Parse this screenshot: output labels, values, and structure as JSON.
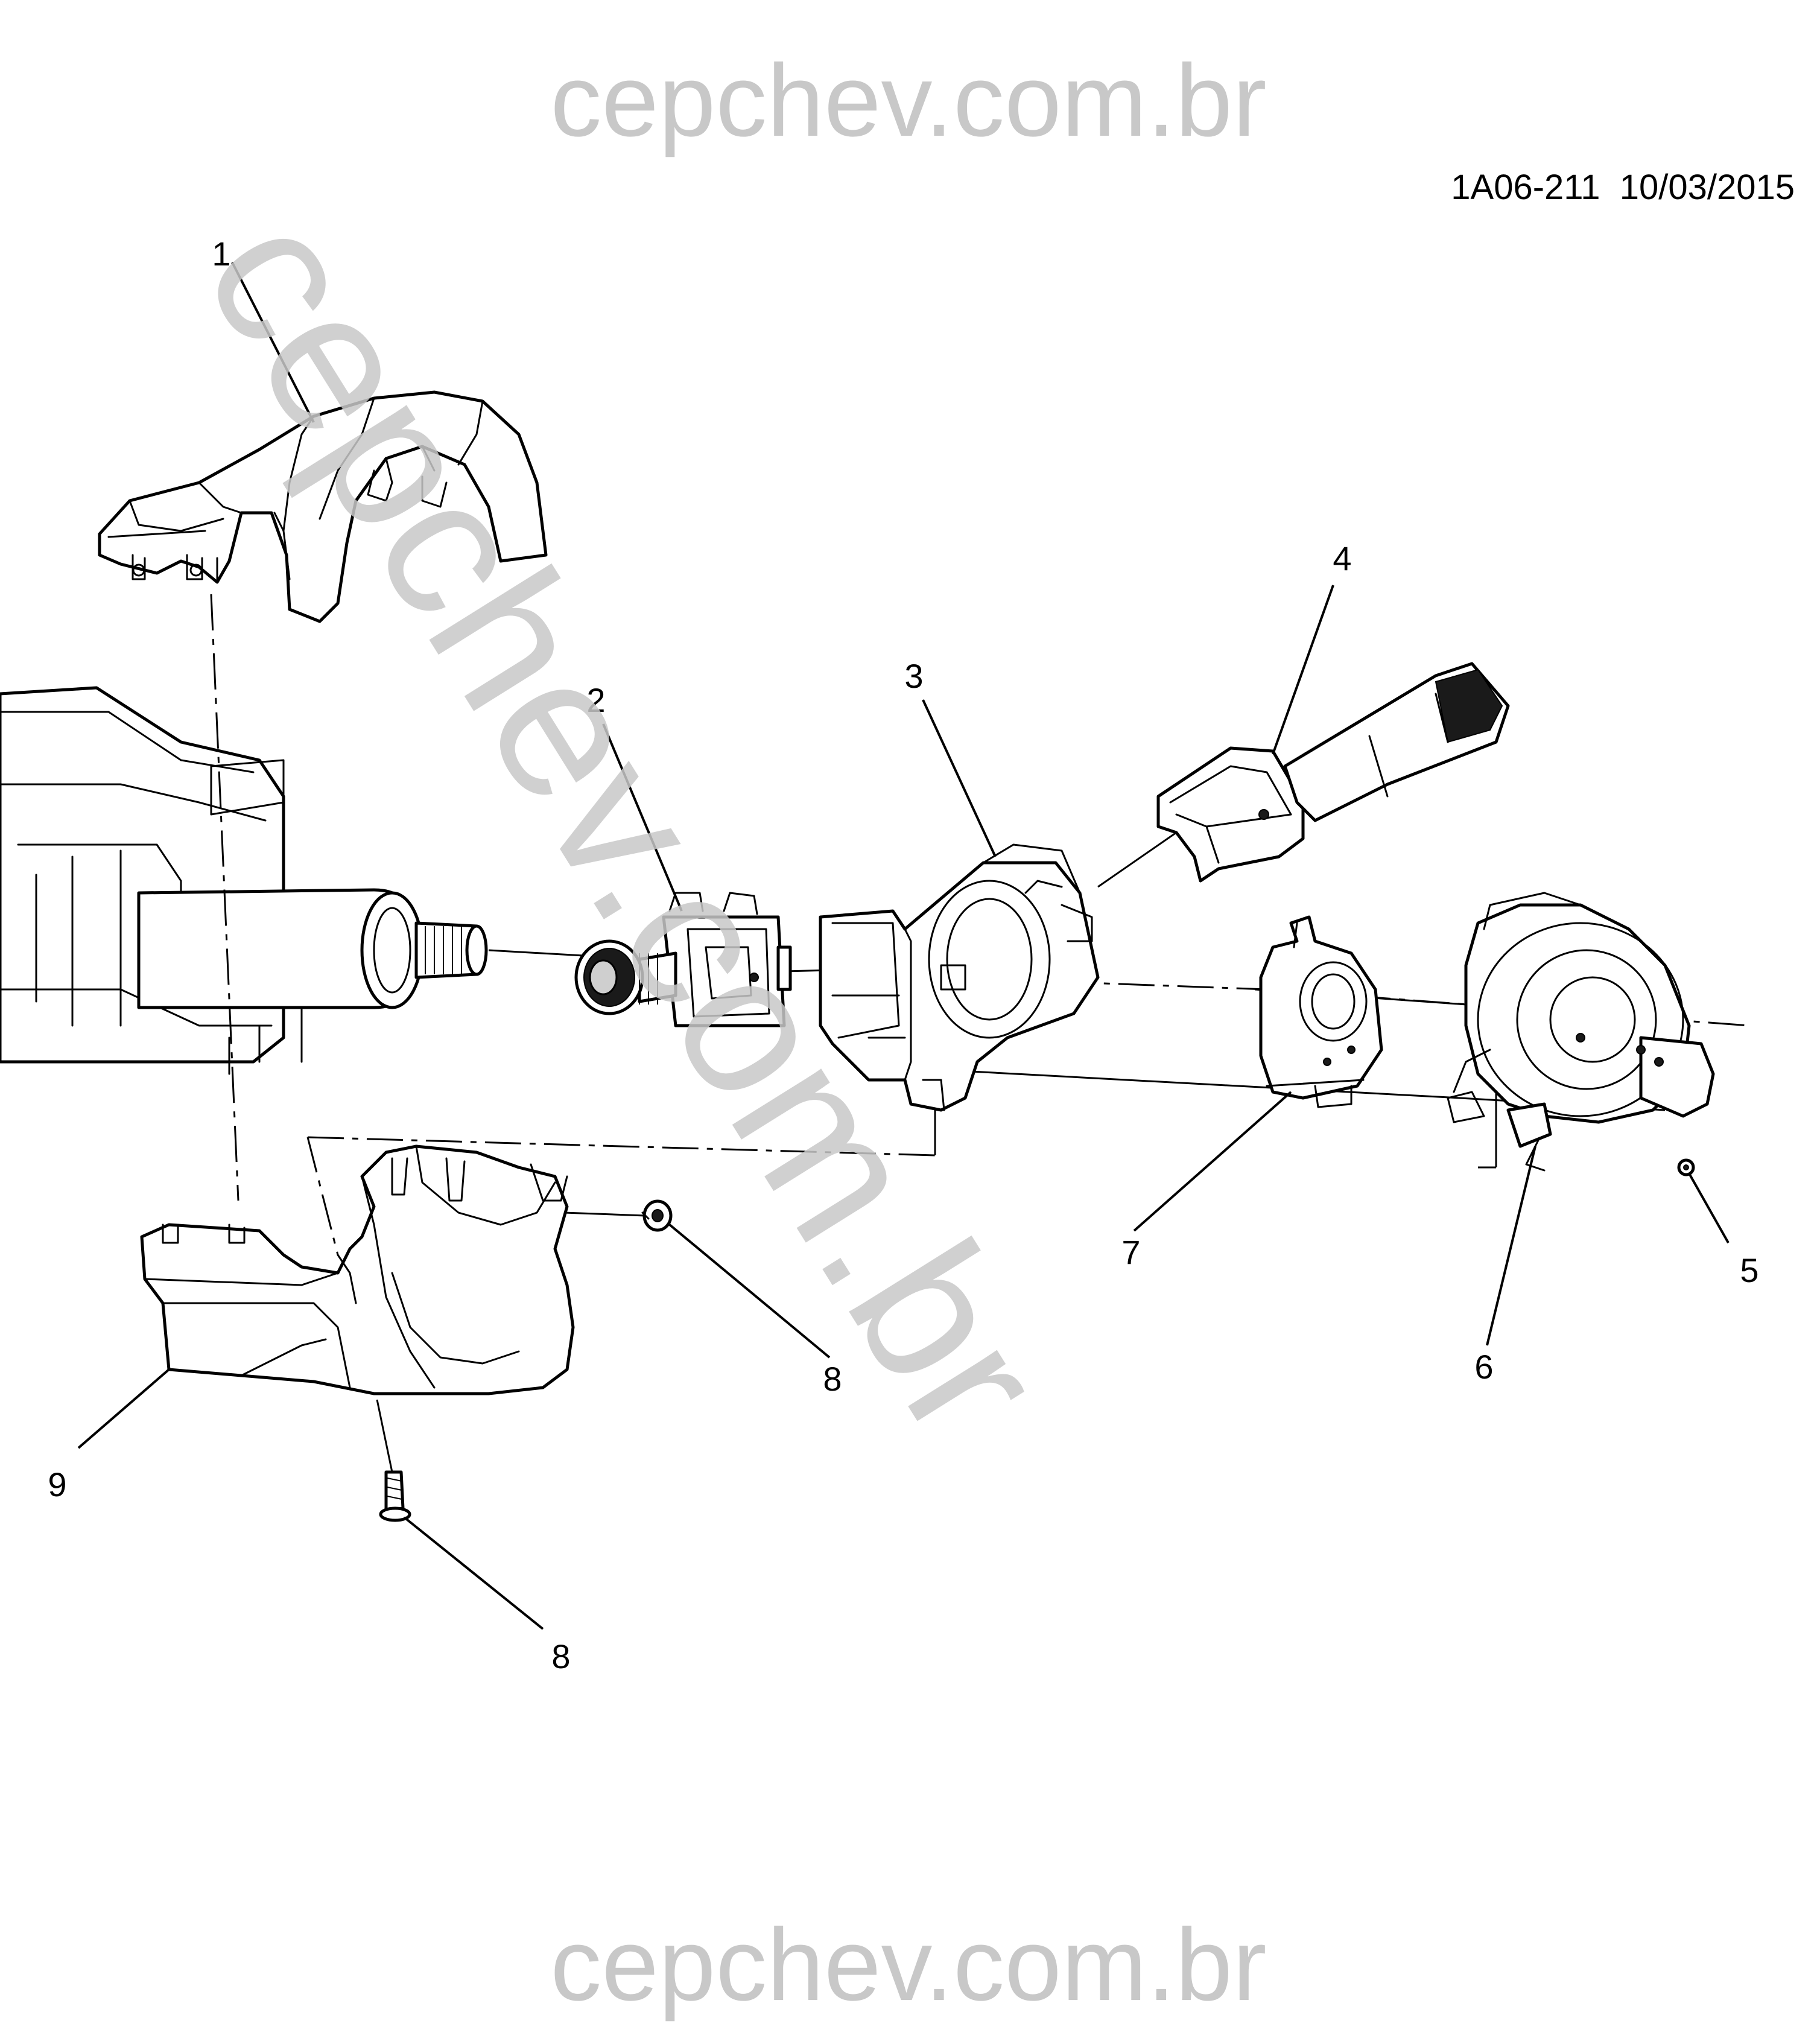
{
  "watermark": {
    "top": "cepchev.com.br",
    "bottom": "cepchev.com.br",
    "diagonal": "cepchev.com.br"
  },
  "reference": "1A06-211  10/03/2015",
  "callouts": [
    "1",
    "2",
    "3",
    "4",
    "5",
    "6",
    "7",
    "8",
    "8",
    "9"
  ]
}
